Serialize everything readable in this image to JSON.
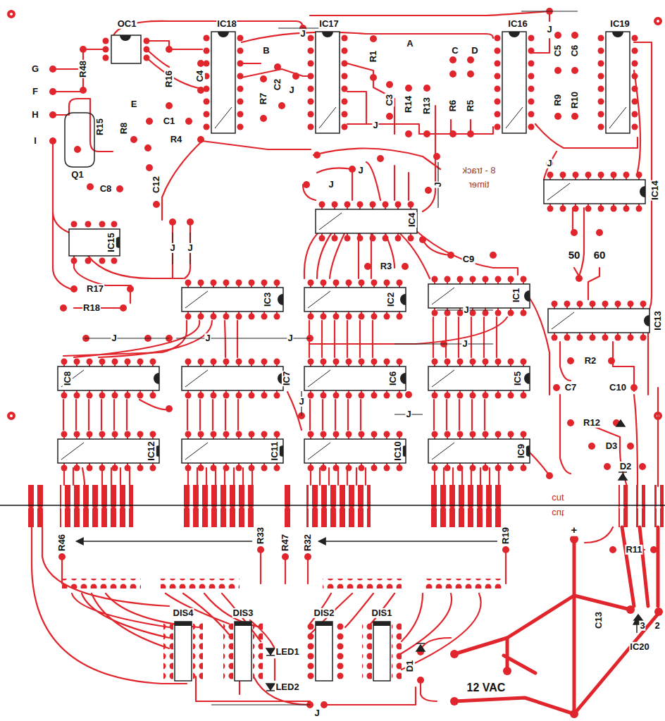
{
  "diagram": {
    "labels": [
      "OC1",
      "IC18",
      "IC17",
      "IC16",
      "IC19",
      "J",
      "J",
      "A",
      "B",
      "C",
      "D",
      "G",
      "F",
      "H",
      "I",
      "E",
      "R48",
      "R16",
      "C4",
      "R7",
      "C2",
      "J",
      "R1",
      "C3",
      "R14",
      "R13",
      "R6",
      "R5",
      "C5",
      "C6",
      "R9",
      "R10",
      "R15",
      "R8",
      "C1",
      "R4",
      "Q1",
      "C8",
      "C12",
      "J",
      "J",
      "J",
      "J",
      "J",
      "8 - track",
      "timer",
      "IC14",
      "IC4",
      "IC15",
      "J",
      "J",
      "50",
      "60",
      "R17",
      "R18",
      "R3",
      "C9",
      "IC3",
      "IC2",
      "IC1",
      "IC13",
      "J",
      "J",
      "J",
      "J",
      "J",
      "R2",
      "IC8",
      "IC7",
      "IC6",
      "IC5",
      "C7",
      "C10",
      "J",
      "J",
      "R12",
      "D3",
      "D2",
      "IC12",
      "IC11",
      "IC10",
      "IC9",
      "cut",
      "cut",
      "+",
      "R46",
      "R33",
      "R47",
      "R32",
      "R19",
      "R11",
      "C13",
      "DIS4",
      "DIS3",
      "DIS2",
      "DIS1",
      "LED1",
      "LED2",
      "D1",
      "12 VAC",
      "J",
      "3",
      "2",
      "IC20"
    ]
  }
}
